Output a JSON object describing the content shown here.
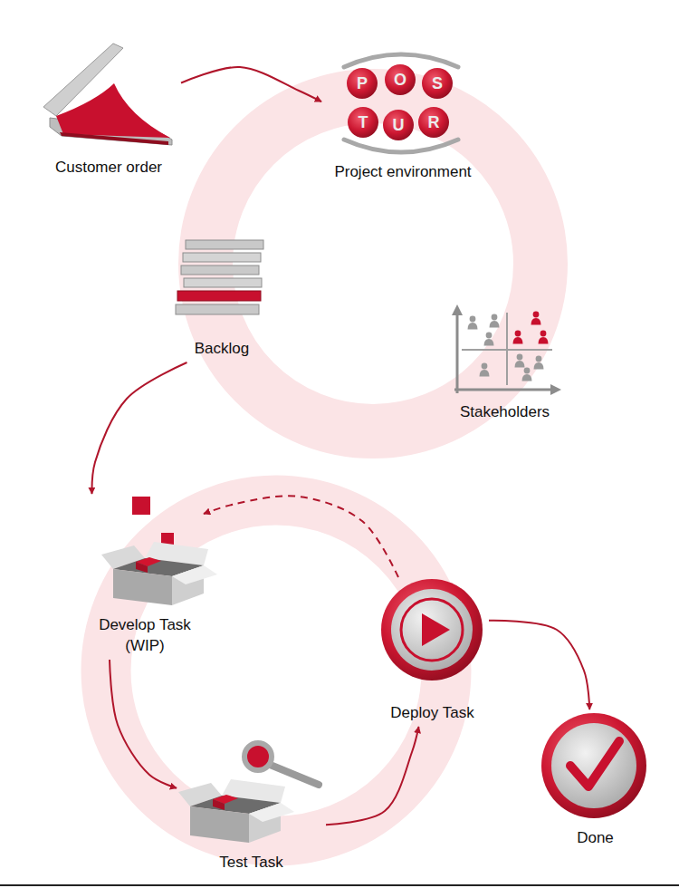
{
  "diagram": {
    "nodes": [
      {
        "text": [
          "Customer order"
        ]
      },
      {
        "text": [
          "Project environment"
        ]
      },
      {
        "text": [
          "Backlog"
        ]
      },
      {
        "text": [
          "Stakeholders"
        ]
      },
      {
        "text": [
          "Develop Task (WIP)"
        ]
      },
      {
        "text": [
          "Test Task"
        ]
      },
      {
        "text": [
          "Deploy Task"
        ]
      },
      {
        "text": [
          "Done"
        ]
      }
    ],
    "edges": [
      {
        "from": 0,
        "to": 1,
        "arrow": "to"
      },
      {
        "from": 2,
        "to": 4,
        "arrow": "to"
      },
      {
        "from": 4,
        "to": 5,
        "arrow": "to"
      },
      {
        "from": 5,
        "to": 6,
        "arrow": "to"
      },
      {
        "from": 6,
        "to": 4,
        "arrow": "to"
      },
      {
        "from": 6,
        "to": 7,
        "arrow": "to"
      }
    ],
    "labels": [
      "P",
      "O",
      "S",
      "T",
      "U",
      "R"
    ]
  }
}
